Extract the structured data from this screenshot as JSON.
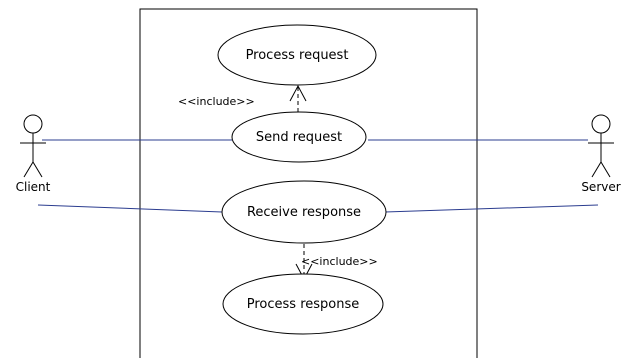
{
  "diagram": {
    "actors": [
      {
        "id": "client",
        "name": "Client"
      },
      {
        "id": "server",
        "name": "Server"
      }
    ],
    "use_cases": [
      {
        "id": "process-request",
        "name": "Process request"
      },
      {
        "id": "send-request",
        "name": "Send request"
      },
      {
        "id": "receive-response",
        "name": "Receive response"
      },
      {
        "id": "process-response",
        "name": "Process response"
      }
    ],
    "include_relations": [
      {
        "from": "send-request",
        "to": "process-request",
        "label": "<<include>>"
      },
      {
        "from": "receive-response",
        "to": "process-response",
        "label": "<<include>>"
      }
    ],
    "associations": [
      {
        "actor": "client",
        "use_case": "send-request"
      },
      {
        "actor": "client",
        "use_case": "receive-response"
      },
      {
        "actor": "server",
        "use_case": "send-request"
      },
      {
        "actor": "server",
        "use_case": "receive-response"
      }
    ],
    "colors": {
      "association_line": "#2b3c8f",
      "outline": "#000000",
      "ellipse_fill": "#ffffff"
    }
  }
}
